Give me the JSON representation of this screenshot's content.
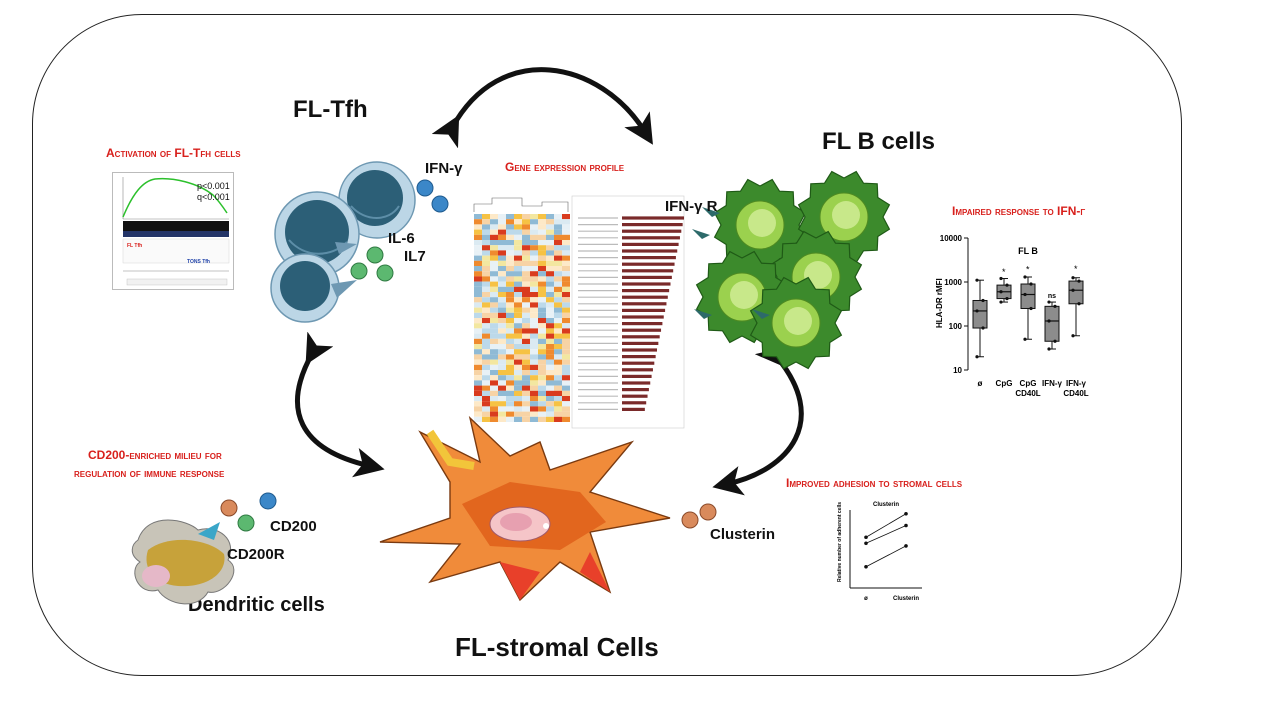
{
  "titles": {
    "fl_tfh": "FL-Tfh",
    "fl_b_cells": "FL B cells",
    "fl_stromal": "FL-stromal Cells",
    "dendritic": "Dendritic cells"
  },
  "callouts": {
    "activation": "Activation of FL-Tfh cells",
    "gene_profile": "Gene expression profile",
    "impaired": "Impaired response to IFN-γ",
    "cd200_line1": "CD200-enriched milieu for",
    "cd200_line2": "regulation of immune response",
    "adhesion": "Improved adhesion to stromal cells"
  },
  "molecules": {
    "ifng": "IFN-γ",
    "il6": "IL-6",
    "il7": "IL7",
    "ifngr": "IFN-γ R",
    "cd200": "CD200",
    "cd200r": "CD200R",
    "clusterin": "Clusterin"
  },
  "gsea": {
    "p": "p<0.001",
    "q": "q<0.001",
    "fl_label": "FL Tfh",
    "tons_label": "TONS Tfh"
  },
  "colors": {
    "red_heading": "#d8201c",
    "tfh_cell": "#2c5f77",
    "b_cell": "#3c8a2c",
    "stromal": "#e8782a",
    "molecule_blue": "#3b87c8",
    "molecule_green": "#5cb870",
    "molecule_orange": "#d98a5c"
  },
  "chart_data": [
    {
      "type": "box",
      "title": "FL B",
      "ylabel": "HLA-DR rMFI",
      "yscale": "log",
      "ylim": [
        10,
        10000
      ],
      "yticks": [
        "10000",
        "1000",
        "100",
        "10"
      ],
      "categories": [
        "ø",
        "CpG",
        "CpG CD40L",
        "IFN-γ",
        "IFN-γ CD40L"
      ],
      "category_lines": [
        [
          "ø"
        ],
        [
          "CpG"
        ],
        [
          "CpG",
          "CD40L"
        ],
        [
          "IFN-γ"
        ],
        [
          "IFN-γ",
          "CD40L"
        ]
      ],
      "boxes": [
        {
          "min": 20,
          "q1": 90,
          "median": 220,
          "q3": 380,
          "max": 1100
        },
        {
          "min": 350,
          "q1": 420,
          "median": 600,
          "q3": 850,
          "max": 1200
        },
        {
          "min": 50,
          "q1": 250,
          "median": 520,
          "q3": 900,
          "max": 1300
        },
        {
          "min": 30,
          "q1": 45,
          "median": 130,
          "q3": 280,
          "max": 350
        },
        {
          "min": 60,
          "q1": 320,
          "median": 650,
          "q3": 1050,
          "max": 1250
        }
      ],
      "outliers": [
        null,
        1700,
        1900,
        null,
        2000
      ],
      "annotations": [
        null,
        null,
        null,
        "ns",
        null
      ]
    },
    {
      "type": "line",
      "title": "Clusterin",
      "ylabel": "Relative number of adherent cells",
      "categories": [
        "ø",
        "Clusterin"
      ],
      "series": [
        {
          "values": [
            2.0,
            8.0
          ]
        },
        {
          "values": [
            1.4,
            4.0
          ]
        },
        {
          "values": [
            0.35,
            1.2
          ]
        }
      ]
    }
  ]
}
